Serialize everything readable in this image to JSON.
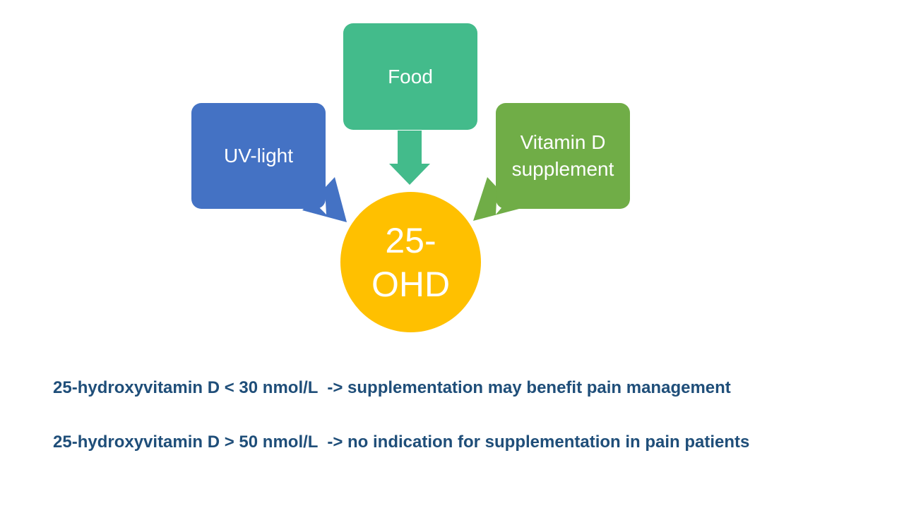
{
  "diagram": {
    "sources": [
      {
        "id": "uv",
        "label": "UV-light",
        "color": "#4472c4"
      },
      {
        "id": "food",
        "label": "Food",
        "color": "#43bb8b"
      },
      {
        "id": "supplement",
        "label": "Vitamin D\nsupplement",
        "color": "#70ad47"
      }
    ],
    "hub": {
      "label": "25-\nOHD",
      "color": "#ffc000"
    }
  },
  "notes": [
    "25-hydroxyvitamin D < 30 nmol/L  -> supplementation may benefit pain management",
    "25-hydroxyvitamin D > 50 nmol/L  -> no indication for supplementation in pain patients"
  ],
  "colors": {
    "note_text": "#1f4e79"
  }
}
